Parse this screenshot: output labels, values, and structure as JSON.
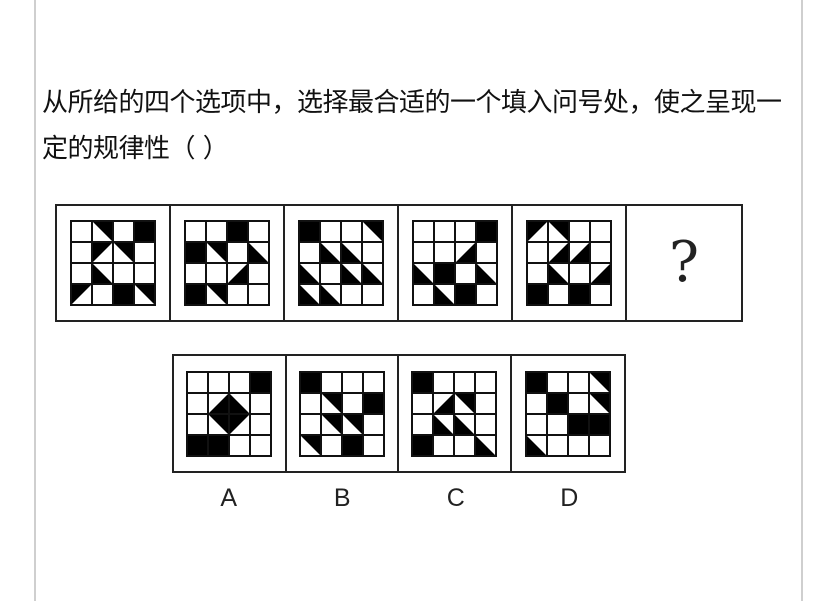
{
  "question": {
    "text": "从所给的四个选项中，选择最合适的一个填入问号处，使之呈现一定的规律性（ ）"
  },
  "legend": {
    "W": "white square",
    "B": "black square",
    "tl": "black triangle in top-left half",
    "tr": "black triangle in top-right half",
    "bl": "black triangle in bottom-left half",
    "br": "black triangle in bottom-right half"
  },
  "sequence": [
    {
      "id": "figure-1",
      "grid": [
        [
          "W",
          "tr",
          "W",
          "B"
        ],
        [
          "W",
          "tl",
          "tr",
          "W"
        ],
        [
          "W",
          "bl",
          "W",
          "W"
        ],
        [
          "tl",
          "W",
          "B",
          "tr"
        ]
      ]
    },
    {
      "id": "figure-2",
      "grid": [
        [
          "W",
          "W",
          "B",
          "W"
        ],
        [
          "B",
          "tr",
          "W",
          "bl"
        ],
        [
          "W",
          "W",
          "br",
          "W"
        ],
        [
          "B",
          "tr",
          "W",
          "W"
        ]
      ]
    },
    {
      "id": "figure-3",
      "grid": [
        [
          "B",
          "W",
          "W",
          "tr"
        ],
        [
          "W",
          "bl",
          "bl",
          "W"
        ],
        [
          "bl",
          "W",
          "bl",
          "bl"
        ],
        [
          "bl",
          "bl",
          "W",
          "W"
        ]
      ]
    },
    {
      "id": "figure-4",
      "grid": [
        [
          "W",
          "W",
          "W",
          "B"
        ],
        [
          "W",
          "W",
          "br",
          "W"
        ],
        [
          "bl",
          "B",
          "W",
          "bl"
        ],
        [
          "W",
          "bl",
          "B",
          "W"
        ]
      ]
    },
    {
      "id": "figure-5",
      "grid": [
        [
          "tl",
          "tr",
          "W",
          "W"
        ],
        [
          "W",
          "br",
          "br",
          "W"
        ],
        [
          "W",
          "bl",
          "W",
          "br"
        ],
        [
          "B",
          "W",
          "B",
          "W"
        ]
      ]
    },
    {
      "id": "question-mark",
      "symbol": "?"
    }
  ],
  "options": [
    {
      "label": "A",
      "grid": [
        [
          "W",
          "W",
          "W",
          "B"
        ],
        [
          "W",
          "br",
          "bl",
          "W"
        ],
        [
          "W",
          "tr",
          "tl",
          "W"
        ],
        [
          "B",
          "B",
          "W",
          "W"
        ]
      ]
    },
    {
      "label": "B",
      "grid": [
        [
          "B",
          "W",
          "W",
          "W"
        ],
        [
          "W",
          "tr",
          "W",
          "B"
        ],
        [
          "W",
          "tr",
          "tr",
          "W"
        ],
        [
          "tr",
          "W",
          "B",
          "W"
        ]
      ]
    },
    {
      "label": "C",
      "grid": [
        [
          "B",
          "W",
          "W",
          "W"
        ],
        [
          "W",
          "br",
          "tr",
          "W"
        ],
        [
          "W",
          "bl",
          "bl",
          "W"
        ],
        [
          "B",
          "W",
          "W",
          "bl"
        ]
      ]
    },
    {
      "label": "D",
      "grid": [
        [
          "B",
          "W",
          "W",
          "tr"
        ],
        [
          "W",
          "B",
          "W",
          "tr"
        ],
        [
          "W",
          "W",
          "B",
          "B"
        ],
        [
          "bl",
          "W",
          "W",
          "W"
        ]
      ]
    }
  ]
}
